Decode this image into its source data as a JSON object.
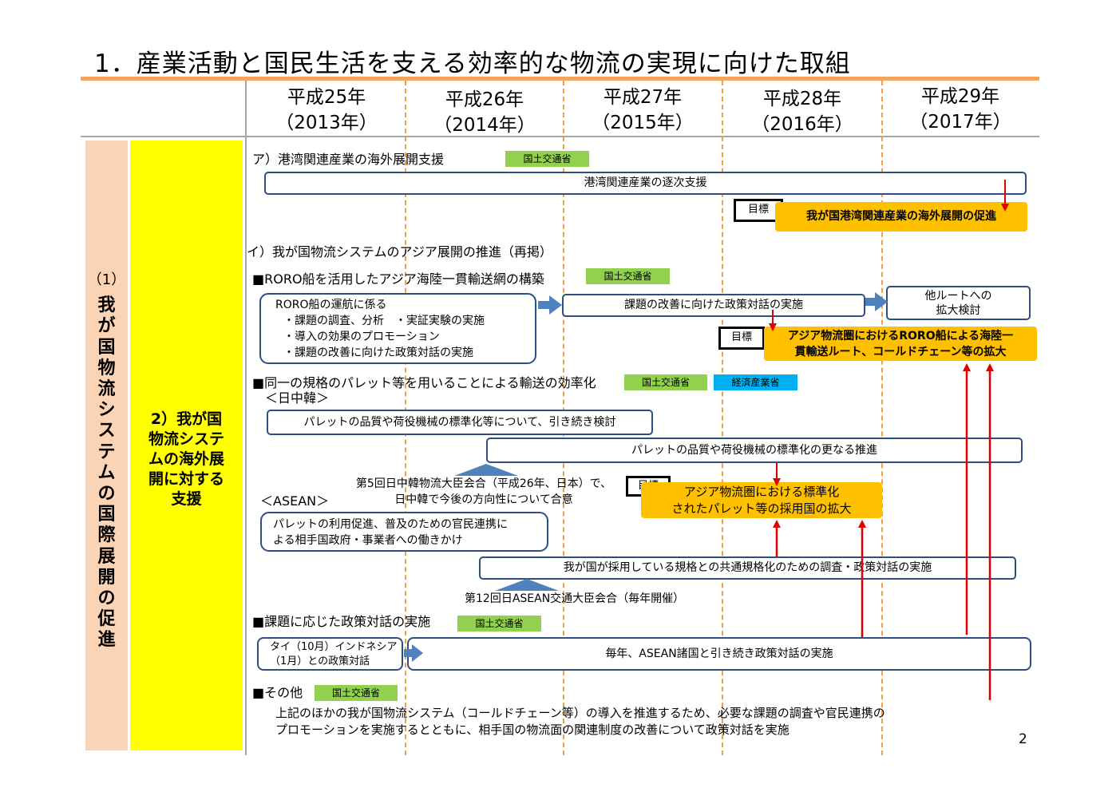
{
  "title": "1．産業活動と国民生活を支える効率的な物流の実現に向けた取組",
  "years": [
    {
      "era": "平成25年",
      "ad": "（2013年）"
    },
    {
      "era": "平成26年",
      "ad": "（2014年）"
    },
    {
      "era": "平成27年",
      "ad": "（2015年）"
    },
    {
      "era": "平成28年",
      "ad": "（2016年）"
    },
    {
      "era": "平成29年",
      "ad": "（2017年）"
    }
  ],
  "category1": "（1）\n我が国物流システムの国際展開の促進",
  "category2": "2）我が国物流システムの海外展開に対する支援",
  "tags": {
    "mlit": "国土交通省",
    "meti": "経済産業省"
  },
  "goal_label": "目標",
  "a": {
    "heading": "ア）港湾関連産業の海外展開支援",
    "bar": "港湾関連産業の逐次支援",
    "goal": "我が国港湾関連産業の海外展開の促進"
  },
  "i": {
    "heading": "イ）我が国物流システムのアジア展開の推進（再掲）",
    "roro": {
      "heading": "■RORO船を活用したアジア海陸一貫輸送網の構築",
      "items": [
        "RORO船の運航に係る",
        "・課題の調査、分析　・実証実験の実施",
        "・導入の効果のプロモーション",
        "・課題の改善に向けた政策対話の実施"
      ],
      "bar": "課題の改善に向けた政策対話の実施",
      "expand": [
        "他ルートへの",
        "拡大検討"
      ],
      "goal": [
        "アジア物流圏におけるRORO船による海陸一",
        "貫輸送ルート、コールドチェーン等の拡大"
      ]
    },
    "pallet": {
      "heading": "■同一の規格のパレット等を用いることによる輸送の効率化",
      "cjk": "＜日中韓＞",
      "box1": "パレットの品質や荷役機械の標準化等について、引き続き検討",
      "bar": "パレットの品質や荷役機械の標準化の更なる推進",
      "meeting": [
        "第5回日中韓物流大臣会合（平成26年、日本）で、",
        "日中韓で今後の方向性について合意"
      ],
      "goal": [
        "アジア物流圏における標準化",
        "されたパレット等の採用国の拡大"
      ],
      "asean": "＜ASEAN＞",
      "asean_box": [
        "パレットの利用促進、普及のための官民連携に",
        "よる相手国政府・事業者への働きかけ"
      ],
      "asean_bar": "我が国が採用している規格との共通規格化のための調査・政策対話の実施",
      "asean_meeting": "第12回日ASEAN交通大臣会合（毎年開催）"
    },
    "policy": {
      "heading": "■課題に応じた政策対話の実施",
      "box": [
        "タイ（10月）インドネシア",
        "（1月）との政策対話"
      ],
      "bar": "毎年、ASEAN諸国と引き続き政策対話の実施"
    },
    "other": {
      "heading": "■その他",
      "text": [
        "上記のほかの我が国物流システム（コールドチェーン等）の導入を推進するため、必要な課題の調査や官民連携の",
        "プロモーションを実施するとともに、相手国の物流面の関連制度の改善について政策対話を実施"
      ]
    }
  },
  "page_number": "2",
  "colors": {
    "rule": "#F4A460",
    "year_divider": "#F0A040",
    "cat1": "#FBD3B5",
    "cat2": "#FFFF00",
    "goal": "#FFC000",
    "tag_green": "#92D050",
    "tag_blue": "#00B0F0",
    "box_border": "#2E4F7F",
    "arrow_red": "#E00000",
    "arrow_blue": "#4F81BD"
  }
}
